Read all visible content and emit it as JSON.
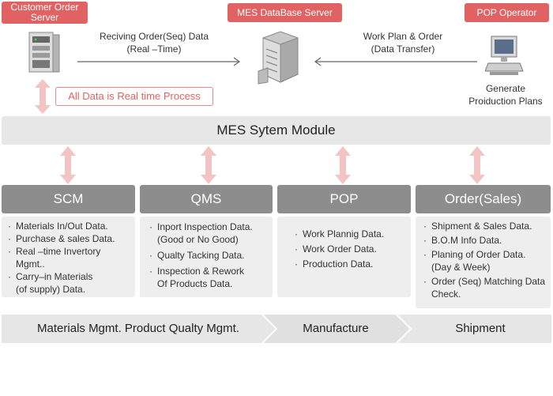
{
  "top": {
    "customer_tag": "Customer Order\nServer",
    "mes_tag": "MES DataBase Server",
    "pop_tag": "POP Operator",
    "left_caption": "Reciving Order(Seq) Data\n(Real –Time)",
    "right_caption": "Work Plan & Order\n(Data Transfer)",
    "generate_caption": "Generate\nProiduction Plans",
    "realtime_note": "All Data is Real time Process"
  },
  "module": {
    "title": "MES Sytem Module"
  },
  "columns": [
    {
      "title": "SCM",
      "items": [
        "Materials In/Out Data.",
        "Purchase & sales Data.",
        "Real –time Invertory\nMgmt..",
        "Carry–in Materials\n(of supply) Data."
      ]
    },
    {
      "title": "QMS",
      "items": [
        "Inport Inspection Data.\n(Good or No Good)",
        "Qualty Tacking Data.",
        "Inspection & Rework\nOf Products Data."
      ]
    },
    {
      "title": "POP",
      "items": [
        "Work Plannig Data.",
        "Work Order Data.",
        "Production Data."
      ]
    },
    {
      "title": "Order(Sales)",
      "items": [
        "Shipment & Sales Data.",
        "B.O.M Info Data.",
        "Planing  of Order Data.\n(Day & Week)",
        "Order (Seq) Matching Data\nCheck."
      ]
    }
  ],
  "footer": {
    "stage1": "Materials Mgmt. Product Qualty Mgmt.",
    "stage2": "Manufacture",
    "stage3": "Shipment"
  },
  "colors": {
    "tag_red": "#e06262",
    "arrow_pink": "#f2c4c4",
    "header_gray": "#8d8d8d",
    "panel_gray": "#eeeeee"
  }
}
